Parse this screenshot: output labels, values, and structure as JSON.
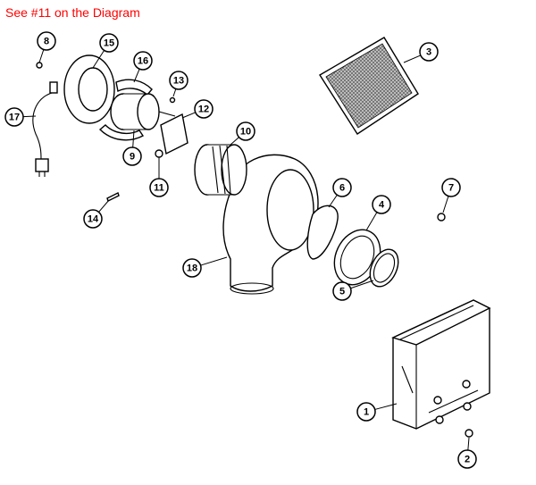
{
  "title": "See #11 on the Diagram",
  "colors": {
    "title": "#ff0000",
    "lines": "#000000"
  },
  "callouts": [
    {
      "label": "8"
    },
    {
      "label": "15"
    },
    {
      "label": "16"
    },
    {
      "label": "13"
    },
    {
      "label": "12"
    },
    {
      "label": "17"
    },
    {
      "label": "10"
    },
    {
      "label": "9"
    },
    {
      "label": "11"
    },
    {
      "label": "14"
    },
    {
      "label": "3"
    },
    {
      "label": "7"
    },
    {
      "label": "6"
    },
    {
      "label": "4"
    },
    {
      "label": "18"
    },
    {
      "label": "5"
    },
    {
      "label": "1"
    },
    {
      "label": "2"
    }
  ]
}
